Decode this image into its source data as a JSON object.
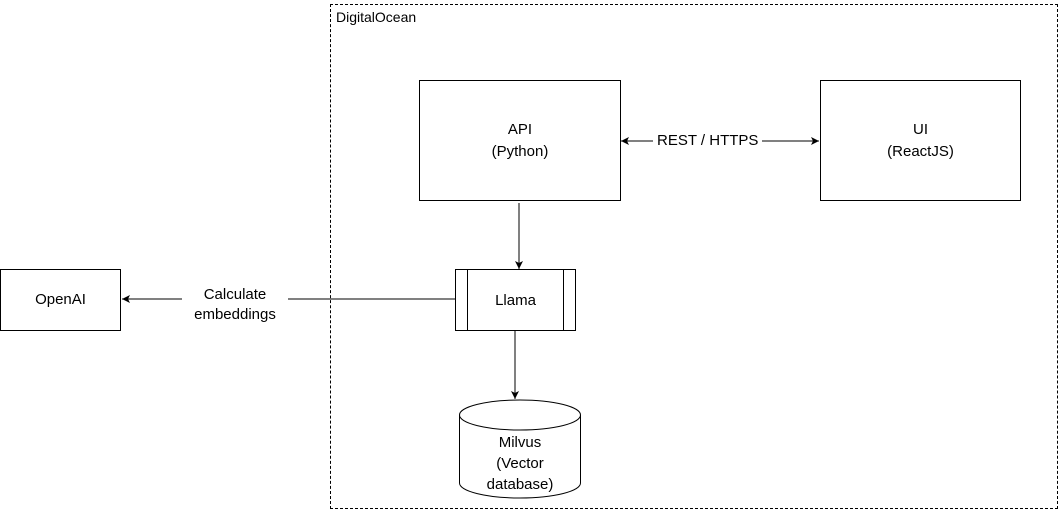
{
  "boundary": {
    "label": "DigitalOcean"
  },
  "nodes": {
    "api": {
      "line1": "API",
      "line2": "(Python)"
    },
    "ui": {
      "line1": "UI",
      "line2": "(ReactJS)"
    },
    "llama": {
      "label": "Llama"
    },
    "openai": {
      "label": "OpenAI"
    },
    "milvus": {
      "line1": "Milvus",
      "line2": "(Vector",
      "line3": "database)"
    }
  },
  "edges": {
    "api_ui": {
      "label": "REST / HTTPS"
    },
    "llama_openai": {
      "line1": "Calculate",
      "line2": "embeddings"
    }
  }
}
